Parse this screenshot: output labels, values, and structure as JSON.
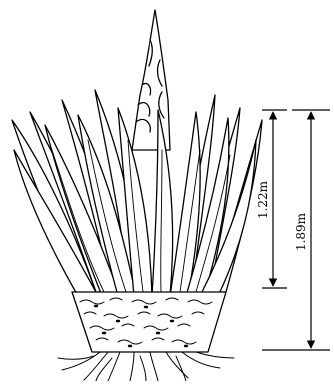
{
  "figure": {
    "subject_icon": "plant-illustration",
    "dimensions": [
      {
        "label": "1.22m"
      },
      {
        "label": "1.89m"
      }
    ]
  }
}
